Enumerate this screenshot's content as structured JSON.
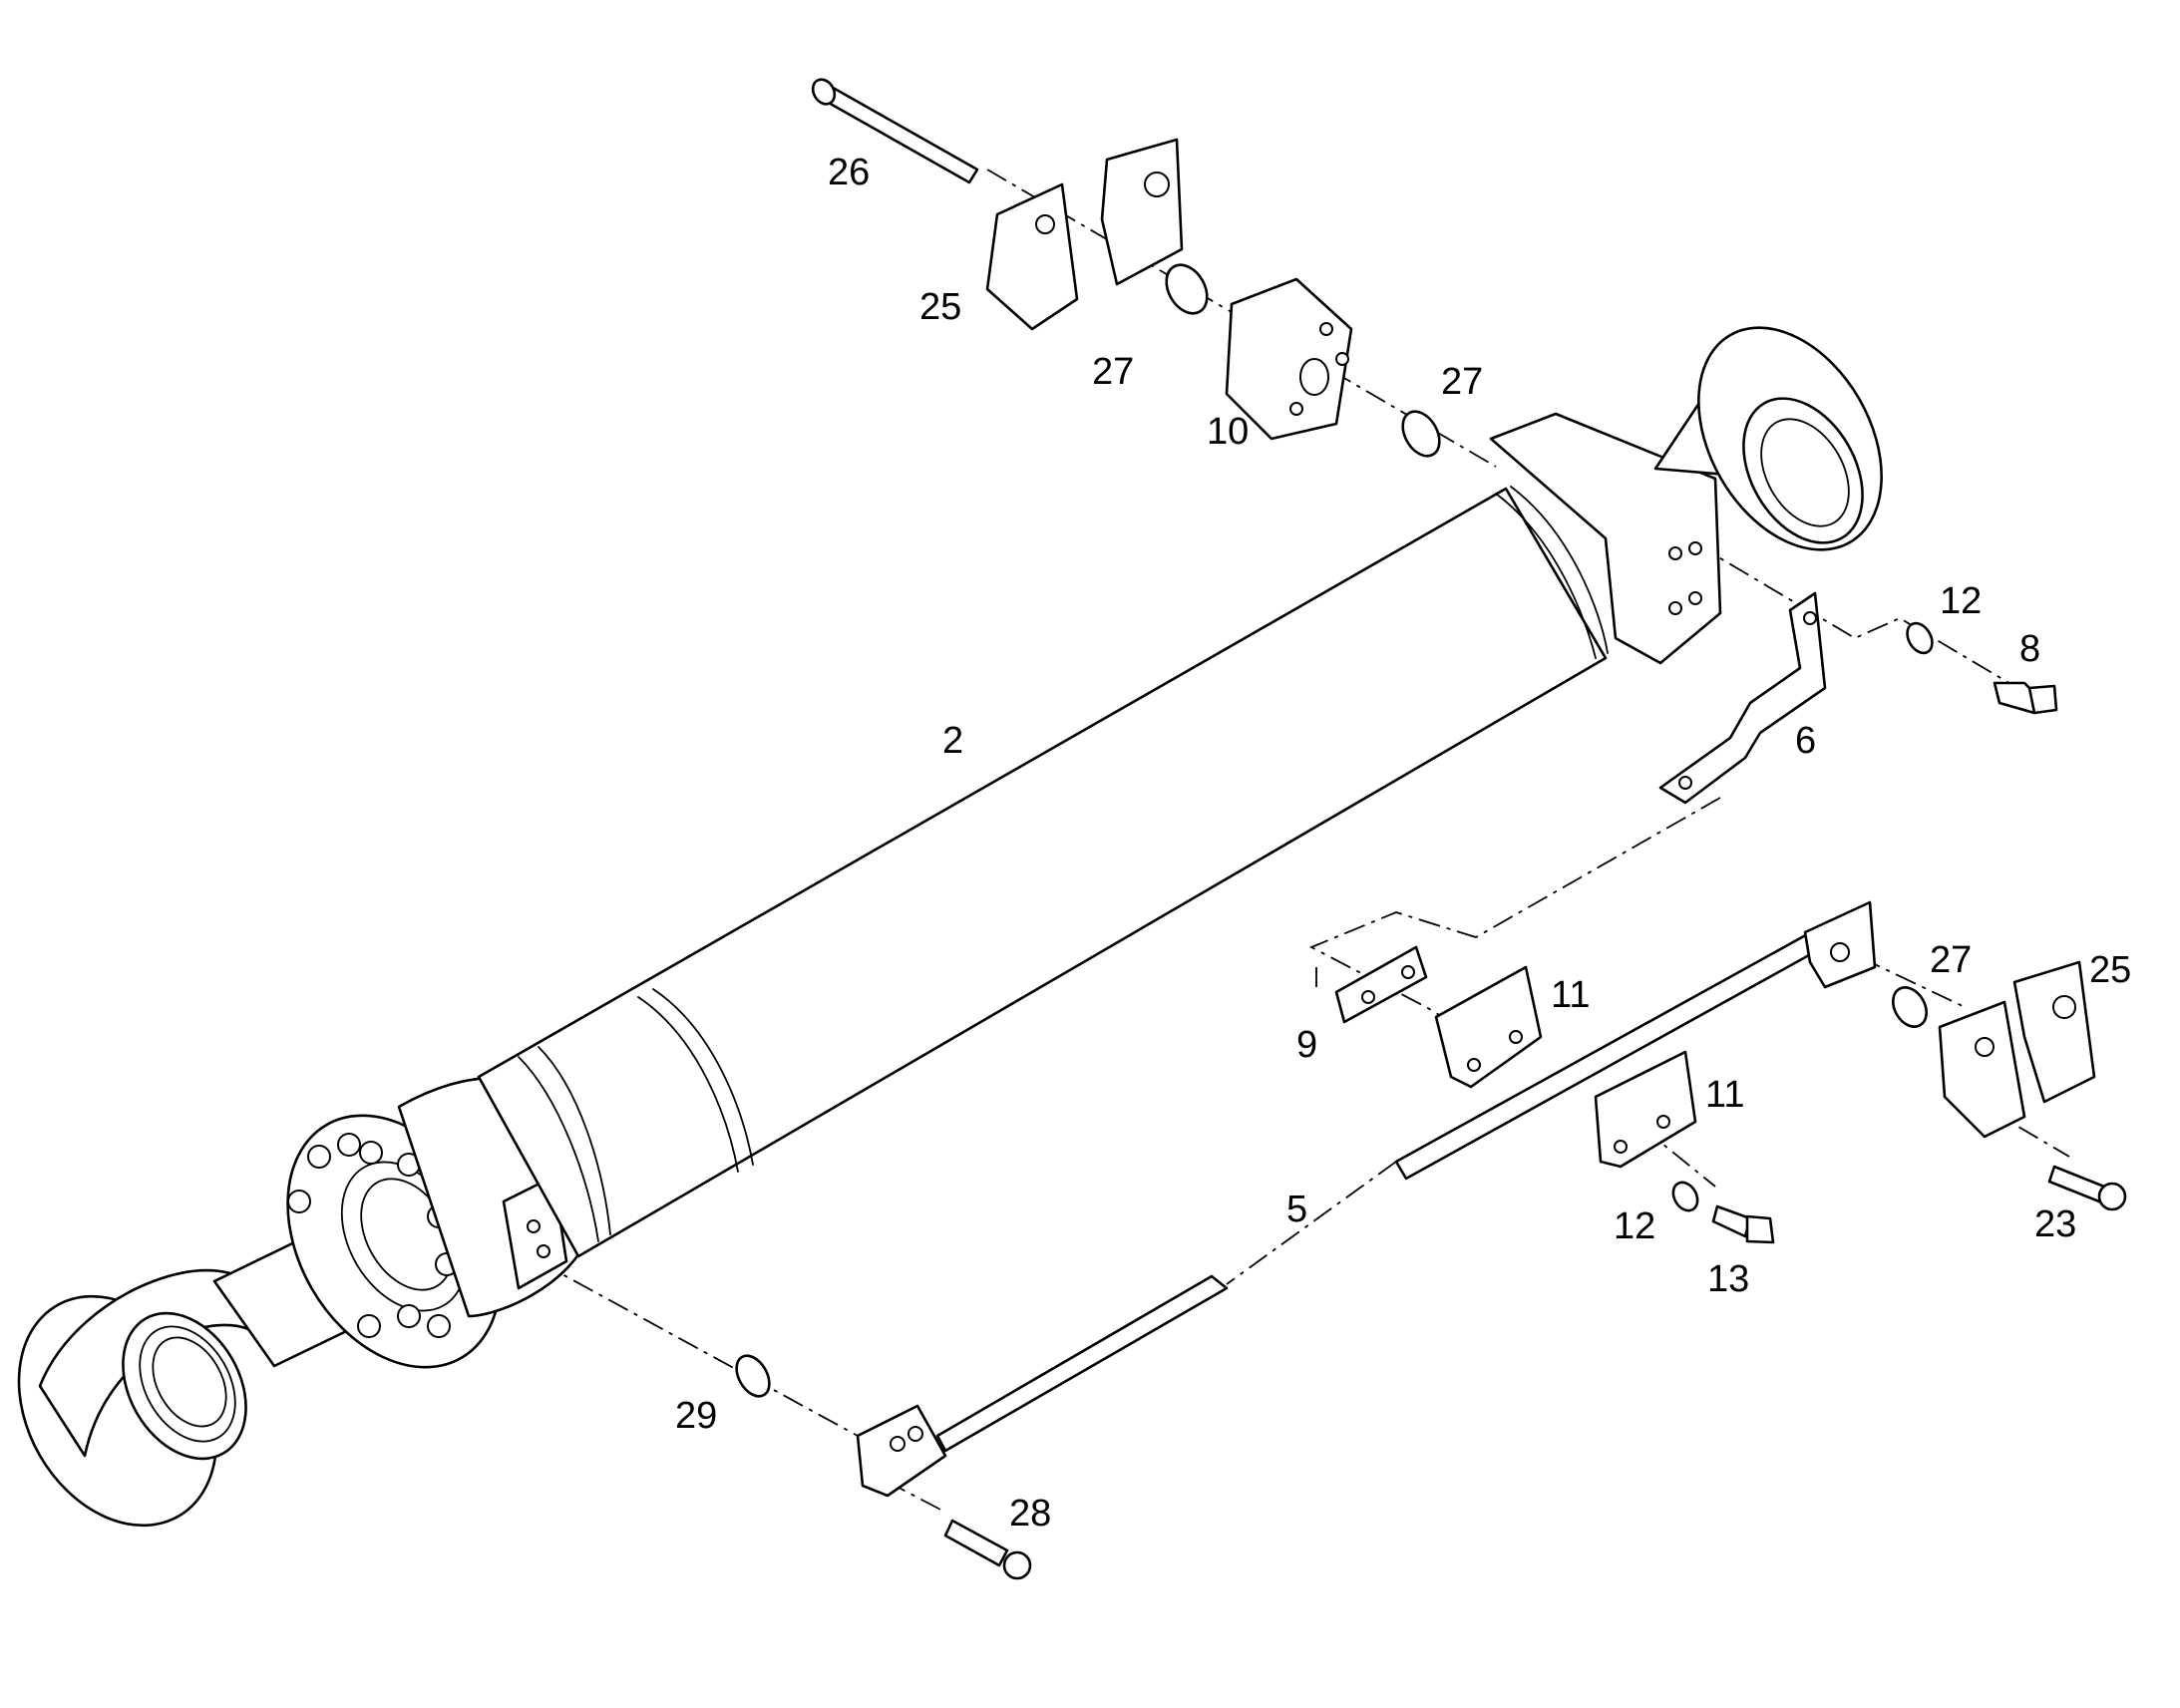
{
  "colors": {
    "line": "#000000",
    "background": "#ffffff"
  },
  "callouts": [
    {
      "id": "26",
      "text": "26"
    },
    {
      "id": "25a",
      "text": "25"
    },
    {
      "id": "27a",
      "text": "27"
    },
    {
      "id": "10",
      "text": "10"
    },
    {
      "id": "27b",
      "text": "27"
    },
    {
      "id": "12a",
      "text": "12"
    },
    {
      "id": "8",
      "text": "8"
    },
    {
      "id": "2",
      "text": "2"
    },
    {
      "id": "6",
      "text": "6"
    },
    {
      "id": "27c",
      "text": "27"
    },
    {
      "id": "25b",
      "text": "25"
    },
    {
      "id": "11a",
      "text": "11"
    },
    {
      "id": "9",
      "text": "9"
    },
    {
      "id": "11b",
      "text": "11"
    },
    {
      "id": "5",
      "text": "5"
    },
    {
      "id": "12b",
      "text": "12"
    },
    {
      "id": "13",
      "text": "13"
    },
    {
      "id": "23",
      "text": "23"
    },
    {
      "id": "29",
      "text": "29"
    },
    {
      "id": "28",
      "text": "28"
    }
  ]
}
